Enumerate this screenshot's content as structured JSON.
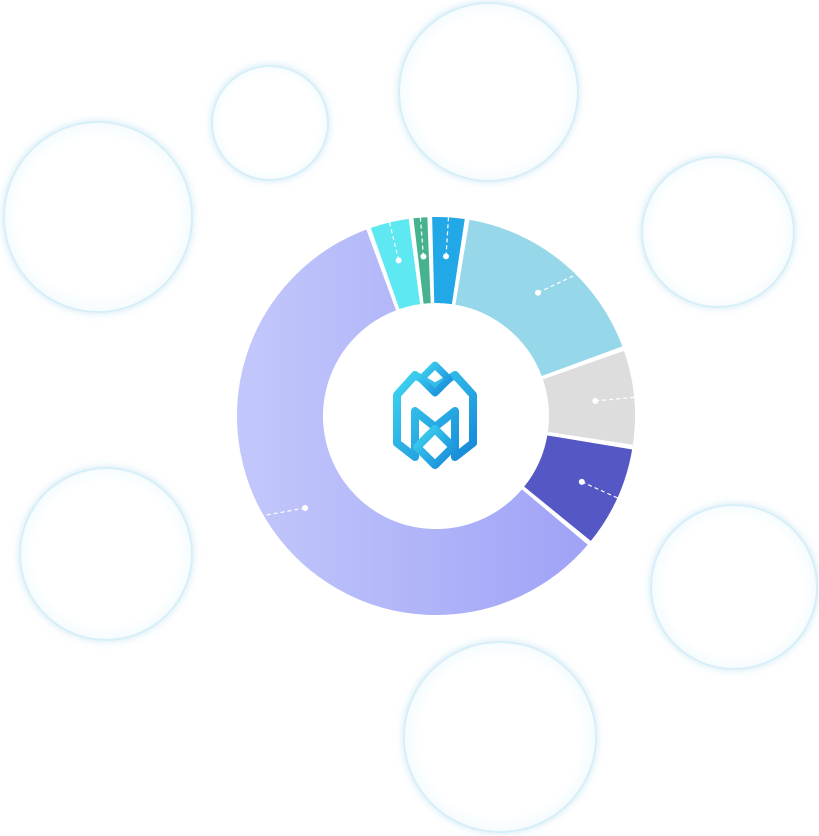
{
  "chart_data": {
    "type": "pie",
    "subtype": "donut",
    "title": "",
    "logo": {
      "icon": "hexagon-m-diamond-logo",
      "color": "#1fb4e6"
    },
    "slices": [
      {
        "value": 17.0,
        "color": "#97d7ea"
      },
      {
        "value": 8.0,
        "color": "#dddddd"
      },
      {
        "value": 8.5,
        "color": "#5558c4"
      },
      {
        "value": 58.5,
        "color": "#a9aefa"
      },
      {
        "value": 3.5,
        "color": "#5ee8f2"
      },
      {
        "value": 1.5,
        "color": "#47b28f"
      },
      {
        "value": 3.0,
        "color": "#22a8e6"
      }
    ],
    "labels": [
      "",
      "",
      "",
      "",
      "",
      "",
      "",
      ""
    ],
    "values": [
      "",
      "",
      "",
      "",
      "",
      "",
      "",
      ""
    ]
  },
  "bubbles": [
    {
      "label": "",
      "value": ""
    },
    {
      "label": "",
      "value": ""
    },
    {
      "label": "",
      "value": ""
    },
    {
      "label": "",
      "value": ""
    },
    {
      "label": "",
      "value": ""
    },
    {
      "label": "",
      "value": ""
    },
    {
      "label": "",
      "value": ""
    },
    {
      "label": "",
      "value": ""
    }
  ]
}
